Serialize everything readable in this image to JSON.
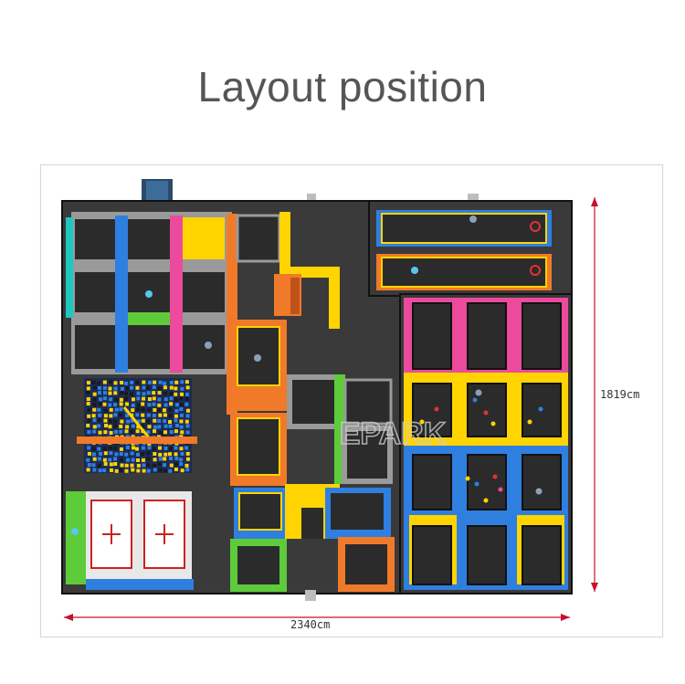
{
  "title": "Layout position",
  "dimensions": {
    "width": "2340cm",
    "height": "1819cm"
  },
  "watermark": "EPARK",
  "colors": {
    "floor": "#3a3a3a",
    "pad": "#2b2b2b",
    "blue": "#2f7fe0",
    "pink": "#ec4a9c",
    "yellow": "#ffd400",
    "orange": "#f07a2a",
    "green": "#5ecb3a",
    "teal": "#1cc9c0",
    "gray": "#bdbdbd",
    "dim_line": "#c8102e"
  }
}
